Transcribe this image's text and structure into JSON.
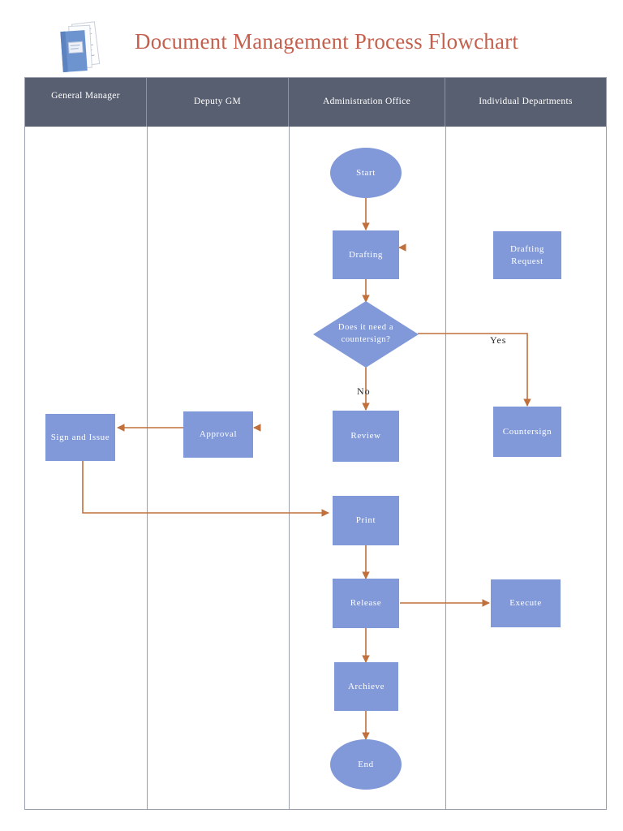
{
  "page": {
    "title": "Document Management Process Flowchart",
    "title_color": "#c4614e",
    "icon": "document-stack-icon"
  },
  "lanes": {
    "header_bg": "#585f70",
    "header_text_color": "#ffffff",
    "columns": [
      {
        "label": "General Manager"
      },
      {
        "label": "Deputy GM"
      },
      {
        "label": "Administration Office"
      },
      {
        "label": "Individual Departments"
      }
    ]
  },
  "flowchart": {
    "type": "swimlane-flowchart",
    "node_fill": "#8199d8",
    "node_text_color": "#ffffff",
    "connector_color": "#c0703c",
    "nodes": [
      {
        "id": "start",
        "label": "Start",
        "shape": "terminator",
        "lane": "Administration Office"
      },
      {
        "id": "drafting",
        "label": "Drafting",
        "shape": "process",
        "lane": "Administration Office"
      },
      {
        "id": "drafting-request",
        "label": "Drafting Request",
        "shape": "process",
        "lane": "Individual Departments"
      },
      {
        "id": "countersign-q",
        "label": "Does it need a countersign?",
        "shape": "decision",
        "lane": "Administration Office"
      },
      {
        "id": "countersign",
        "label": "Countersign",
        "shape": "process",
        "lane": "Individual Departments"
      },
      {
        "id": "review",
        "label": "Review",
        "shape": "process",
        "lane": "Administration Office"
      },
      {
        "id": "approval",
        "label": "Approval",
        "shape": "process",
        "lane": "Deputy GM"
      },
      {
        "id": "sign-and-issue",
        "label": "Sign and Issue",
        "shape": "process",
        "lane": "General Manager"
      },
      {
        "id": "print",
        "label": "Print",
        "shape": "process",
        "lane": "Administration Office"
      },
      {
        "id": "release",
        "label": "Release",
        "shape": "process",
        "lane": "Administration Office"
      },
      {
        "id": "execute",
        "label": "Execute",
        "shape": "process",
        "lane": "Individual Departments"
      },
      {
        "id": "archieve",
        "label": "Archieve",
        "shape": "process",
        "lane": "Administration Office"
      },
      {
        "id": "end",
        "label": "End",
        "shape": "terminator",
        "lane": "Administration Office"
      }
    ],
    "edge_labels": [
      {
        "id": "yes-label",
        "label": "Yes"
      },
      {
        "id": "no-label",
        "label": "No"
      }
    ],
    "edges": [
      {
        "from": "start",
        "to": "drafting",
        "label": ""
      },
      {
        "from": "drafting-request",
        "to": "drafting",
        "label": ""
      },
      {
        "from": "drafting",
        "to": "countersign-q",
        "label": ""
      },
      {
        "from": "countersign-q",
        "to": "countersign",
        "label": "Yes"
      },
      {
        "from": "countersign-q",
        "to": "review",
        "label": "No"
      },
      {
        "from": "review",
        "to": "approval",
        "label": ""
      },
      {
        "from": "approval",
        "to": "sign-and-issue",
        "label": ""
      },
      {
        "from": "sign-and-issue",
        "to": "print",
        "label": ""
      },
      {
        "from": "print",
        "to": "release",
        "label": ""
      },
      {
        "from": "release",
        "to": "execute",
        "label": ""
      },
      {
        "from": "release",
        "to": "archieve",
        "label": ""
      },
      {
        "from": "archieve",
        "to": "end",
        "label": ""
      }
    ]
  }
}
